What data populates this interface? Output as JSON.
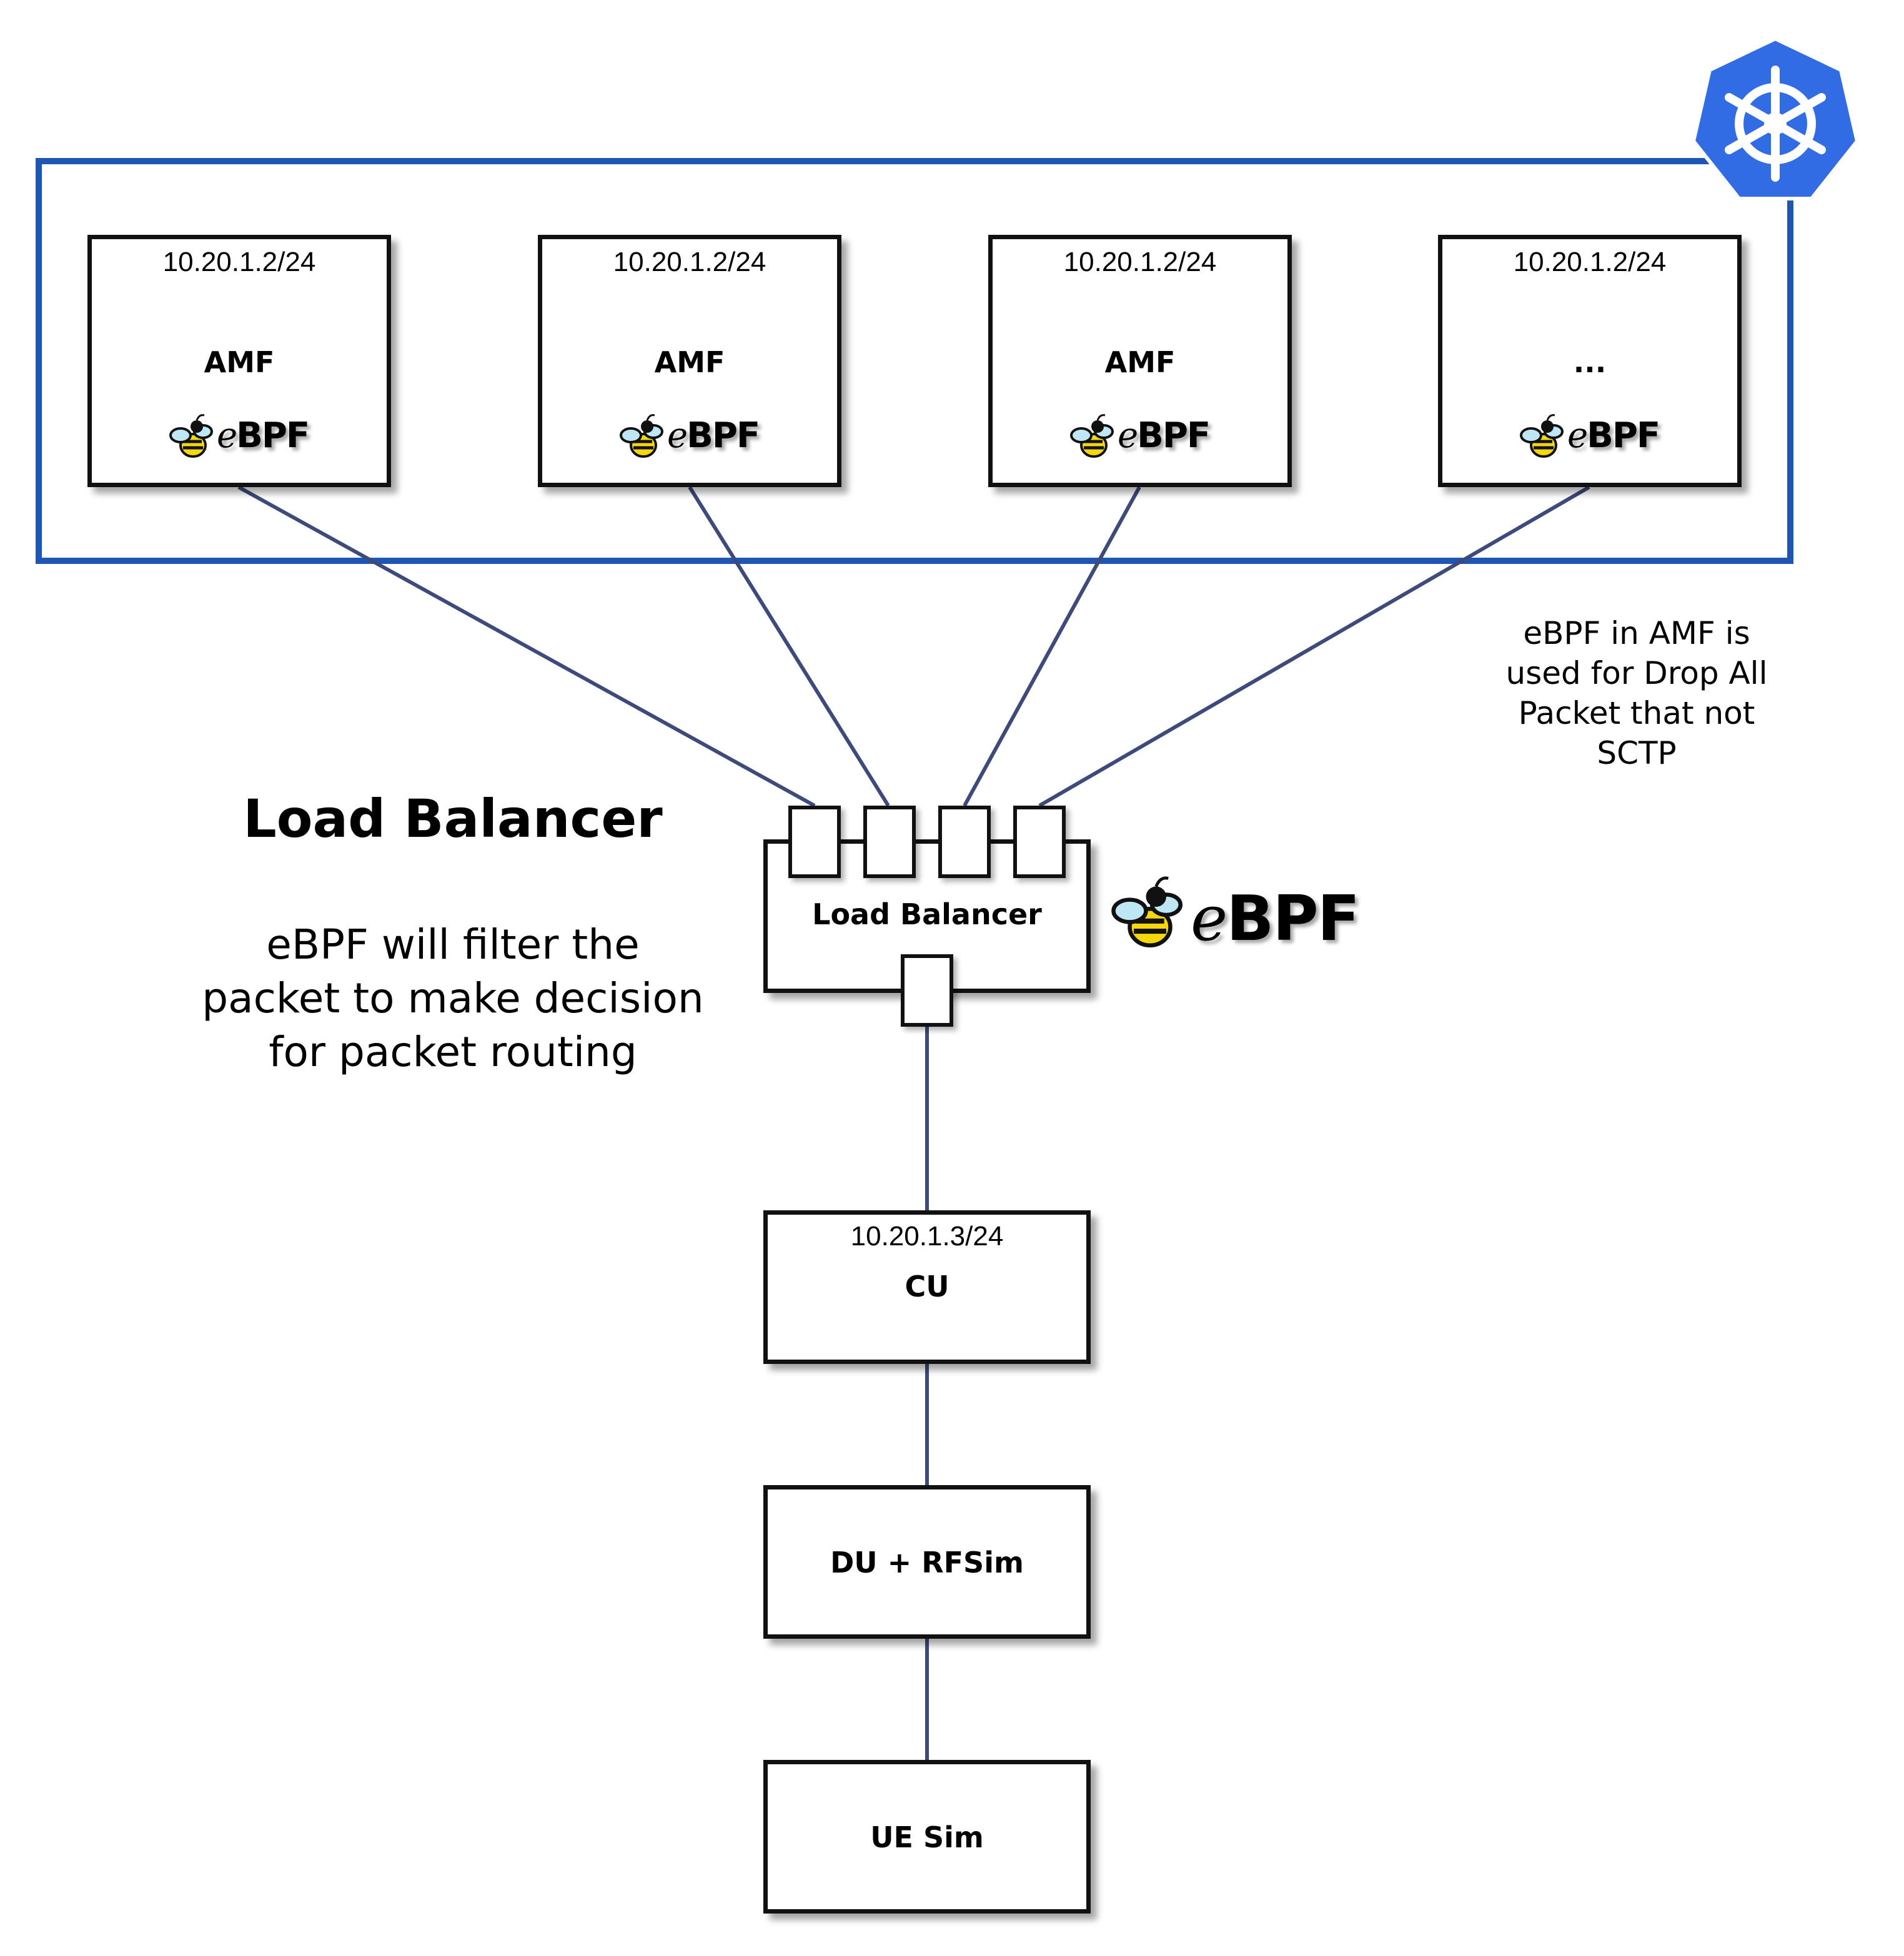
{
  "cluster": {
    "amf_nodes": [
      {
        "ip": "10.20.1.2/24",
        "name": "AMF",
        "ebpf": "eBPF"
      },
      {
        "ip": "10.20.1.2/24",
        "name": "AMF",
        "ebpf": "eBPF"
      },
      {
        "ip": "10.20.1.2/24",
        "name": "AMF",
        "ebpf": "eBPF"
      },
      {
        "ip": "10.20.1.2/24",
        "name": "...",
        "ebpf": "eBPF"
      }
    ],
    "border_color": "#1f56b3",
    "kubernetes_logo": "kubernetes-helm-icon",
    "kubernetes_color": "#326ce5"
  },
  "amf_note": [
    "eBPF in AMF is",
    "used for Drop All",
    "Packet that not",
    "SCTP"
  ],
  "load_balancer": {
    "heading": "Load Balancer",
    "description": [
      "eBPF will filter the",
      "packet to make decision",
      "for packet routing"
    ],
    "box_label": "Load Balancer",
    "ebpf": "eBPF"
  },
  "cu": {
    "ip": "10.20.1.3/24",
    "name": "CU"
  },
  "du": {
    "name": "DU + RFSim"
  },
  "ue": {
    "name": "UE Sim"
  },
  "link_color": "#3d4a7a"
}
